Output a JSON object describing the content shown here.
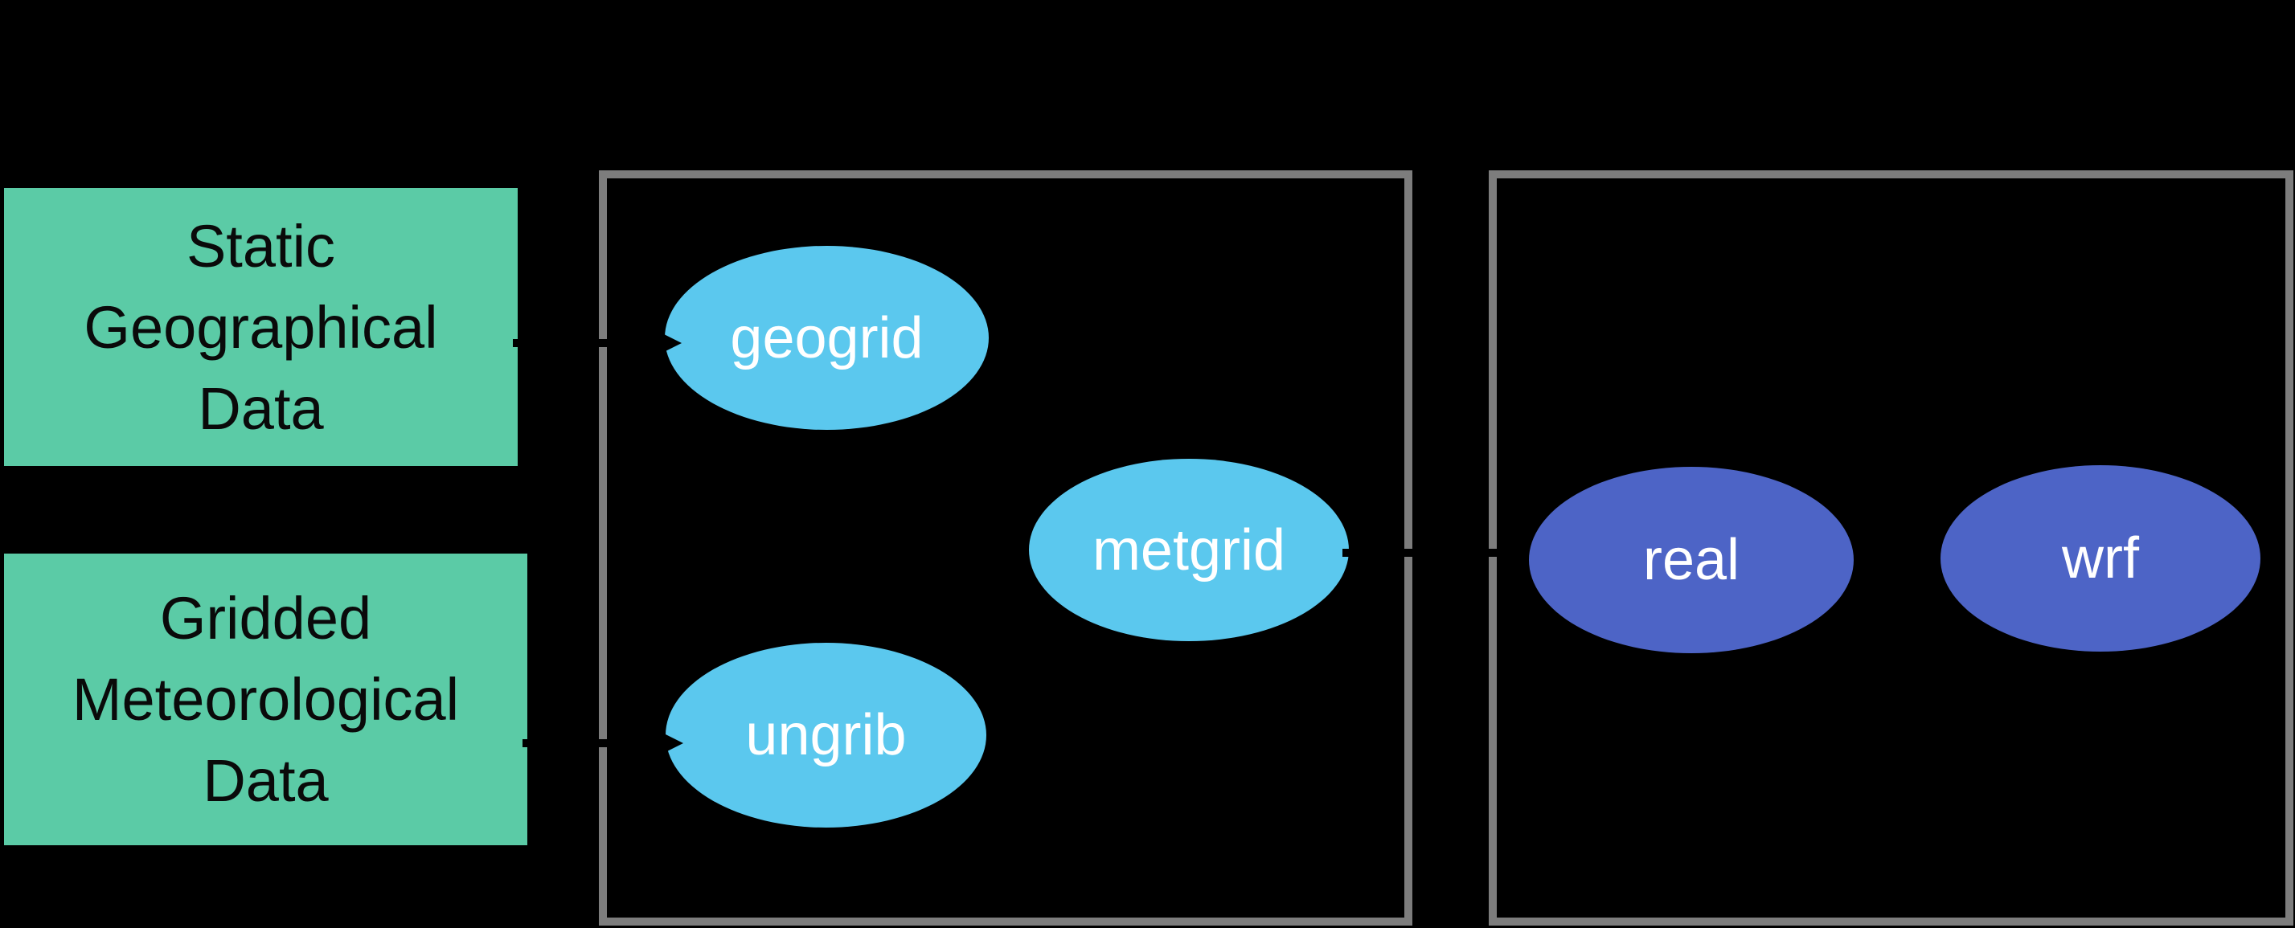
{
  "background_color": "#000000",
  "connector_color": "#000000",
  "data_boxes": {
    "static_geographical": {
      "lines": [
        "Static",
        "Geographical",
        "Data"
      ],
      "fill": "#5BCBA6",
      "text_color": "#0A0A0A"
    },
    "gridded_meteorological": {
      "lines": [
        "Gridded",
        "Meteorological",
        "Data"
      ],
      "fill": "#5BCBA6",
      "text_color": "#0A0A0A"
    }
  },
  "containers": {
    "wps": {
      "border_color": "#7D7D7D"
    },
    "wrf_model": {
      "border_color": "#7D7D7D"
    }
  },
  "programs": {
    "geogrid": {
      "label": "geogrid",
      "fill": "#5BC8EE",
      "text_color": "#FFFFFF"
    },
    "ungrib": {
      "label": "ungrib",
      "fill": "#5BC8EE",
      "text_color": "#FFFFFF"
    },
    "metgrid": {
      "label": "metgrid",
      "fill": "#5BC8EE",
      "text_color": "#FFFFFF"
    },
    "real": {
      "label": "real",
      "fill": "#4D64C6",
      "text_color": "#FFFFFF"
    },
    "wrf": {
      "label": "wrf",
      "fill": "#4D64C6",
      "text_color": "#FFFFFF"
    }
  }
}
